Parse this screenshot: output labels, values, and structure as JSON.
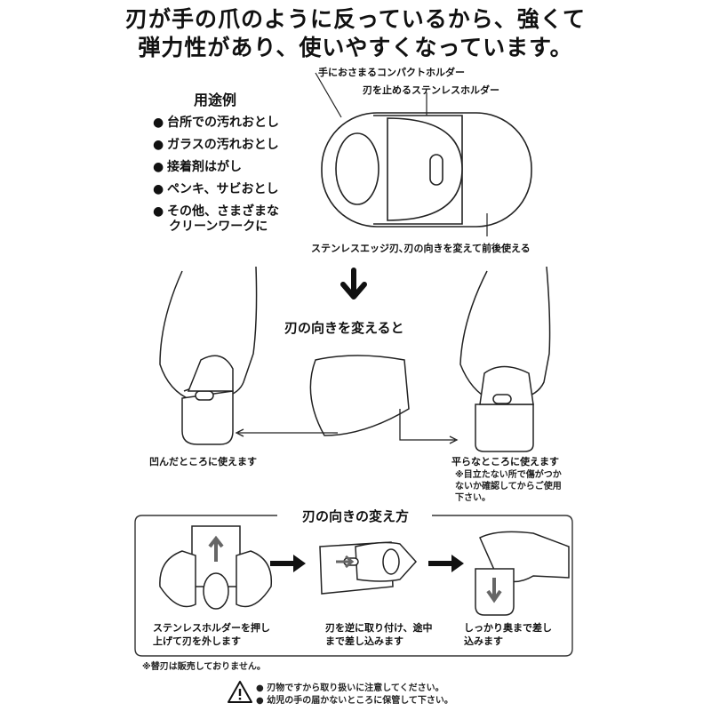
{
  "headline": {
    "line1": "刃が手の爪のように反っているから、強くて",
    "line2": "弾力性があり、使いやすくなっています。"
  },
  "usage": {
    "title": "用途例",
    "bullet": "●",
    "items": [
      "台所での汚れおとし",
      "ガラスの汚れおとし",
      "接着剤はがし",
      "ペンキ、サビおとし",
      "その他、さまざまな"
    ],
    "continuation": "クリーンワークに"
  },
  "product_labels": {
    "holder": "手におさまるコンパクトホルダー",
    "stainless_holder": "刃を止めるステンレスホルダー",
    "edge": "ステンレスエッジ刃､刃の向きを変えて前後使える"
  },
  "direction": {
    "title": "刃の向きを変えると",
    "left_caption": "凹んだところに使えます",
    "right_caption": "平らなところに使えます",
    "right_note_lines": [
      "※目立たない所で傷がつか",
      "ないか確認してからご使用",
      "下さい。"
    ]
  },
  "change": {
    "title": "刃の向きの変え方",
    "steps": [
      {
        "lines": [
          "ステンレスホルダーを押し",
          "上げて刃を外します"
        ]
      },
      {
        "lines": [
          "刃を逆に取り付け、途中",
          "まで差し込みます"
        ]
      },
      {
        "lines": [
          "しっかり奥まで差し",
          "込みます"
        ]
      }
    ]
  },
  "footer": {
    "replacement_note": "※替刃は販売しておりません。",
    "warning_icon": "warning-triangle-icon",
    "warnings": [
      "● 刃物ですから取り扱いに注意してください。",
      "● 幼児の手の届かないところに保管して下さい。"
    ]
  }
}
